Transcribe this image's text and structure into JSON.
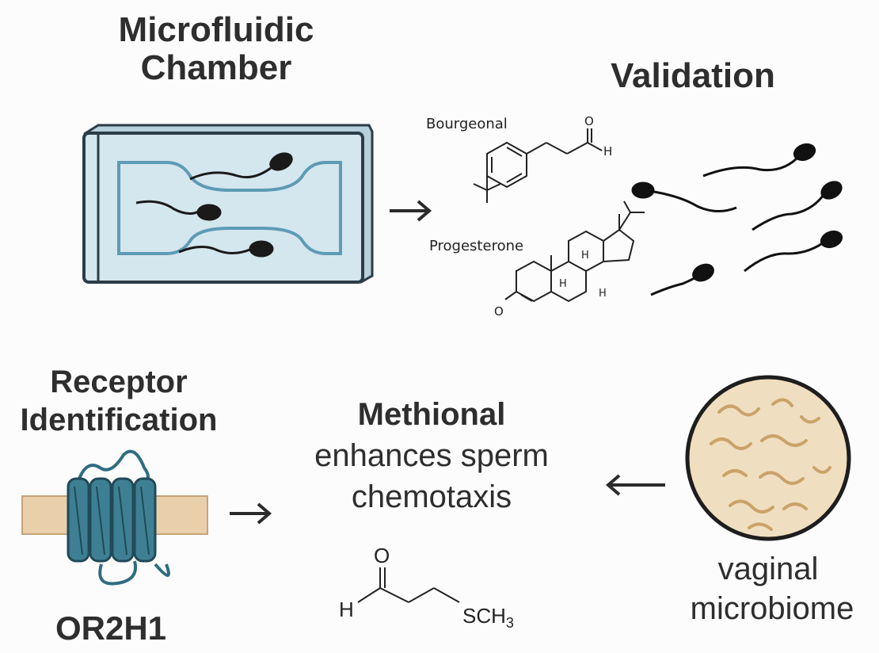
{
  "panels": {
    "microfluidic": {
      "title_line1": "Microfluidic",
      "title_line2": "Chamber"
    },
    "validation": {
      "title": "Validation",
      "compound1": "Bourgeonal",
      "compound2": "Progesterone"
    },
    "receptor": {
      "title_line1": "Receptor",
      "title_line2": "Identification",
      "receptor_name": "OR2H1"
    },
    "center": {
      "title": "Methional",
      "line1": "enhances sperm",
      "line2": "chemotaxis",
      "atom_O": "O",
      "atom_H": "H",
      "atom_SCH3": "SCH",
      "atom_SCH3_sub": "3"
    },
    "microbiome": {
      "line1": "vaginal",
      "line2": "microbiome"
    },
    "bourgeonal_atoms": {
      "O": "O",
      "H": "H"
    },
    "progesterone_atoms": {
      "O1": "O",
      "H1": "H",
      "H2": "H",
      "H3": "H"
    }
  },
  "colors": {
    "chamber_fill": "#d4e6ee",
    "chamber_stroke": "#2a3d48",
    "channel": "#5e9bb5",
    "receptor": "#3e7f93",
    "membrane": "#e9cfaa",
    "microbiome_fill": "#f0dec0",
    "microbe": "#c9a36a"
  }
}
